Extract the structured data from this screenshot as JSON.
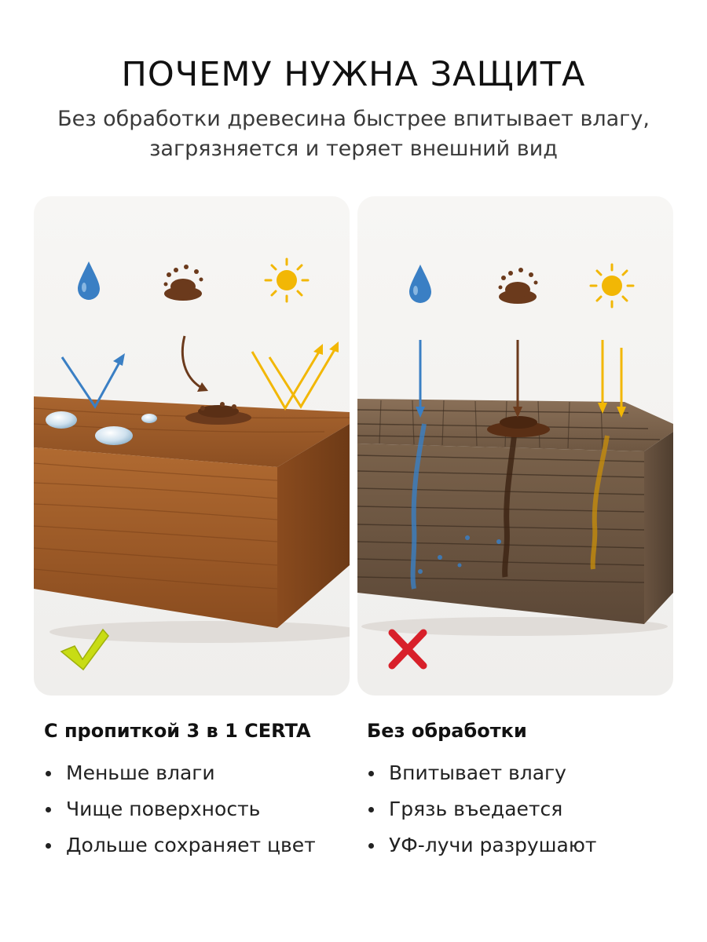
{
  "header": {
    "title": "ПОЧЕМУ НУЖНА ЗАЩИТА",
    "subtitle_line1": "Без обработки древесина быстрее впитывает влагу,",
    "subtitle_line2": "загрязняется и теряет внешний вид"
  },
  "left": {
    "title": "С пропиткой 3 в 1 CERTA",
    "items": [
      "Меньше влаги",
      "Чище поверхность",
      "Дольше сохраняет цвет"
    ],
    "status": "check",
    "icons": [
      "water-drop-icon",
      "dirt-splash-icon",
      "sun-icon"
    ]
  },
  "right": {
    "title": "Без обработки",
    "items": [
      "Впитывает влагу",
      "Грязь въедается",
      "УФ-лучи разрушают"
    ],
    "status": "cross",
    "icons": [
      "water-drop-icon",
      "dirt-splash-icon",
      "sun-icon"
    ]
  },
  "colors": {
    "water": "#3a7fc4",
    "dirt": "#6b3f22",
    "sun": "#f2b705",
    "treated_wood": "#9a5a2a",
    "untreated_wood": "#7d6550",
    "check": "#c8dc14",
    "cross": "#d8202a"
  }
}
